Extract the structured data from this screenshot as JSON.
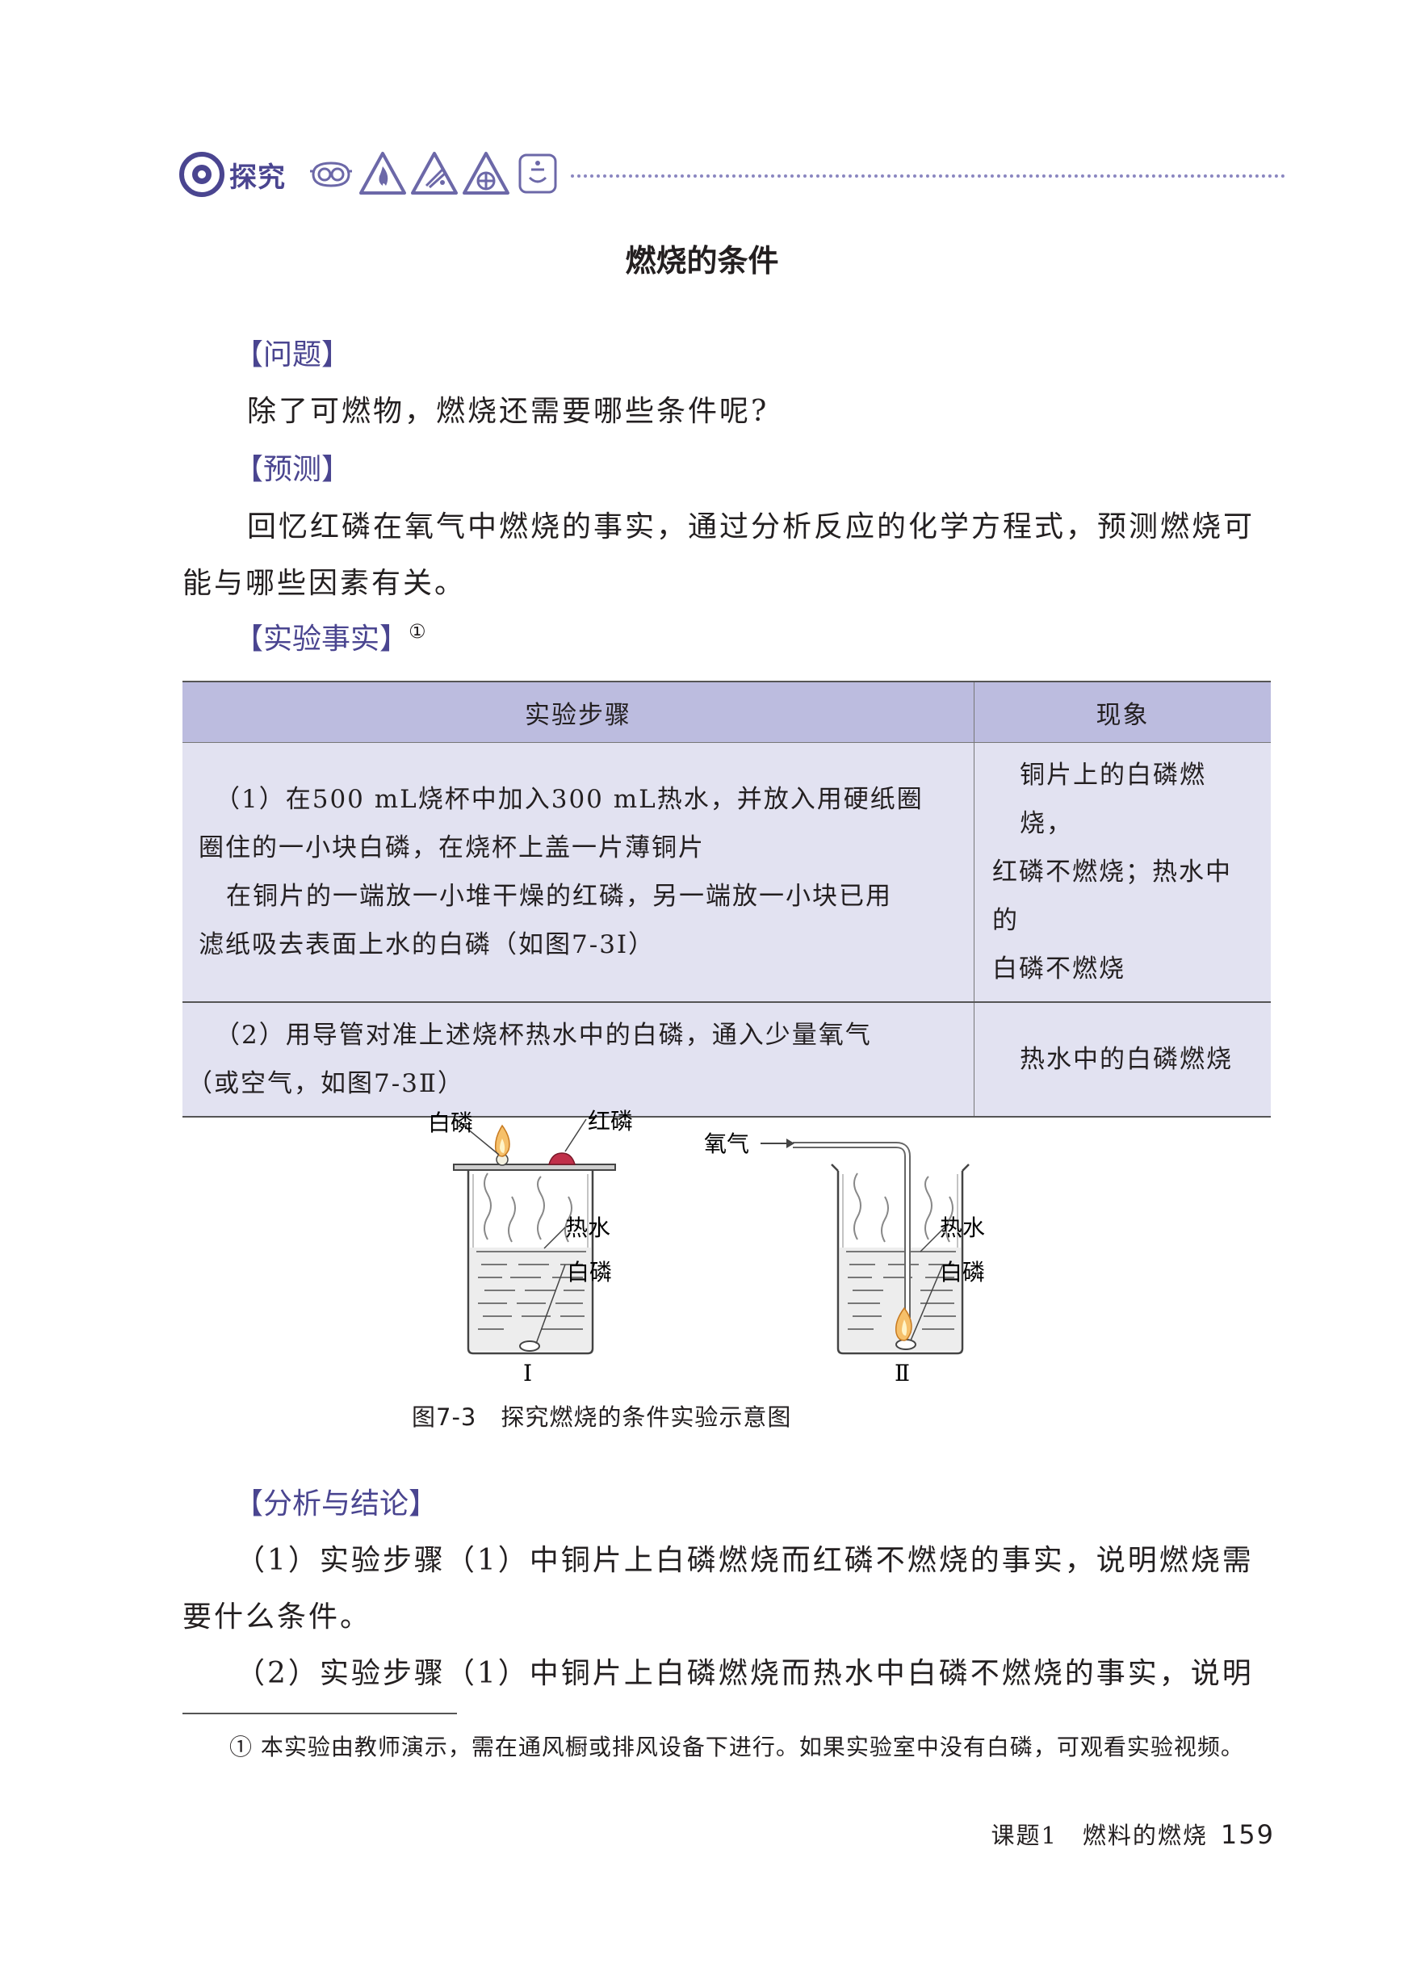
{
  "header": {
    "label": "探究",
    "icons": [
      "goggles-icon",
      "fire-hazard-icon",
      "explosion-hazard-icon",
      "ventilation-icon",
      "hand-washing-icon"
    ],
    "accent_color": "#4a4590"
  },
  "title": "燃烧的条件",
  "sections": {
    "question": {
      "heading": "【问题】",
      "text": "除了可燃物，燃烧还需要哪些条件呢?"
    },
    "prediction": {
      "heading": "【预测】",
      "line1": "回忆红磷在氧气中燃烧的事实，通过分析反应的化学方程式，预测燃烧可",
      "line2": "能与哪些因素有关。"
    },
    "facts": {
      "heading": "【实验事实】",
      "ref": "①"
    },
    "analysis": {
      "heading": "【分析与结论】",
      "p1_line1": "（1）实验步骤（1）中铜片上白磷燃烧而红磷不燃烧的事实，说明燃烧需",
      "p1_line2": "要什么条件。",
      "p2_line1": "（2）实验步骤（1）中铜片上白磷燃烧而热水中白磷不燃烧的事实，说明"
    }
  },
  "table": {
    "headers": [
      "实验步骤",
      "现象"
    ],
    "row1": {
      "step_line1": "（1）在500 mL烧杯中加入300 mL热水，并放入用硬纸圈",
      "step_line2": "圈住的一小块白磷，在烧杯上盖一片薄铜片",
      "step_line3": "在铜片的一端放一小堆干燥的红磷，另一端放一小块已用",
      "step_line4": "滤纸吸去表面上水的白磷（如图7-3Ⅰ）",
      "obs_line1": "铜片上的白磷燃烧，",
      "obs_line2": "红磷不燃烧；热水中的",
      "obs_line3": "白磷不燃烧"
    },
    "row2": {
      "step_line1": "（2）用导管对准上述烧杯热水中的白磷，通入少量氧气",
      "step_line2": "（或空气，如图7-3Ⅱ）",
      "obs": "热水中的白磷燃烧"
    }
  },
  "figure": {
    "left": {
      "white_p": "白磷",
      "red_p": "红磷",
      "hot_water": "热水",
      "white_p_bottom": "白磷",
      "numeral": "Ⅰ"
    },
    "right": {
      "oxygen": "氧气",
      "hot_water": "热水",
      "white_p": "白磷",
      "numeral": "Ⅱ"
    },
    "caption": "图7-3　探究燃烧的条件实验示意图"
  },
  "footnote": "① 本实验由教师演示，需在通风橱或排风设备下进行。如果实验室中没有白磷，可观看实验视频。",
  "footer": {
    "lesson": "课题1　燃料的燃烧",
    "page": "159"
  }
}
